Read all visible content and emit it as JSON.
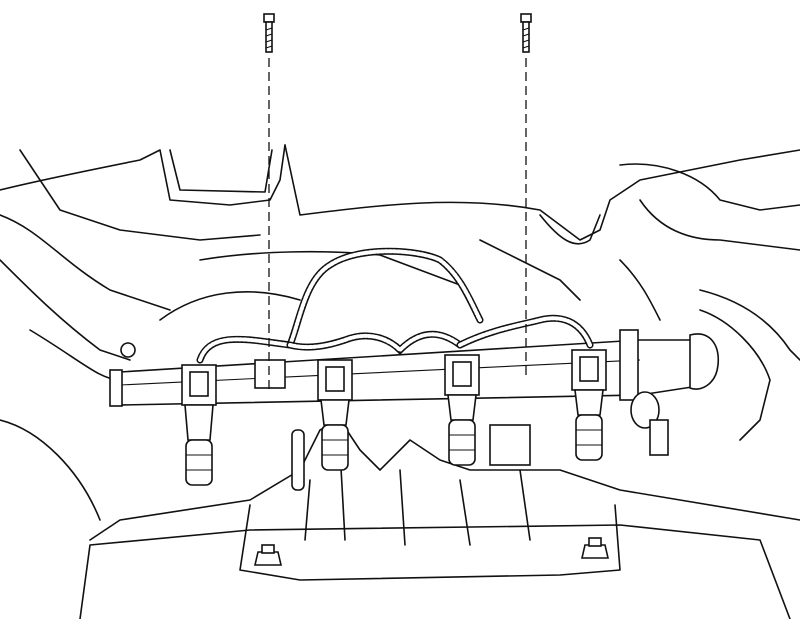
{
  "diagram": {
    "type": "technical-line-drawing",
    "colors": {
      "line": "#111111",
      "background": "#ffffff"
    },
    "parts": {
      "bolts": 2,
      "injectors": 4,
      "mounting_nuts": 2
    }
  }
}
